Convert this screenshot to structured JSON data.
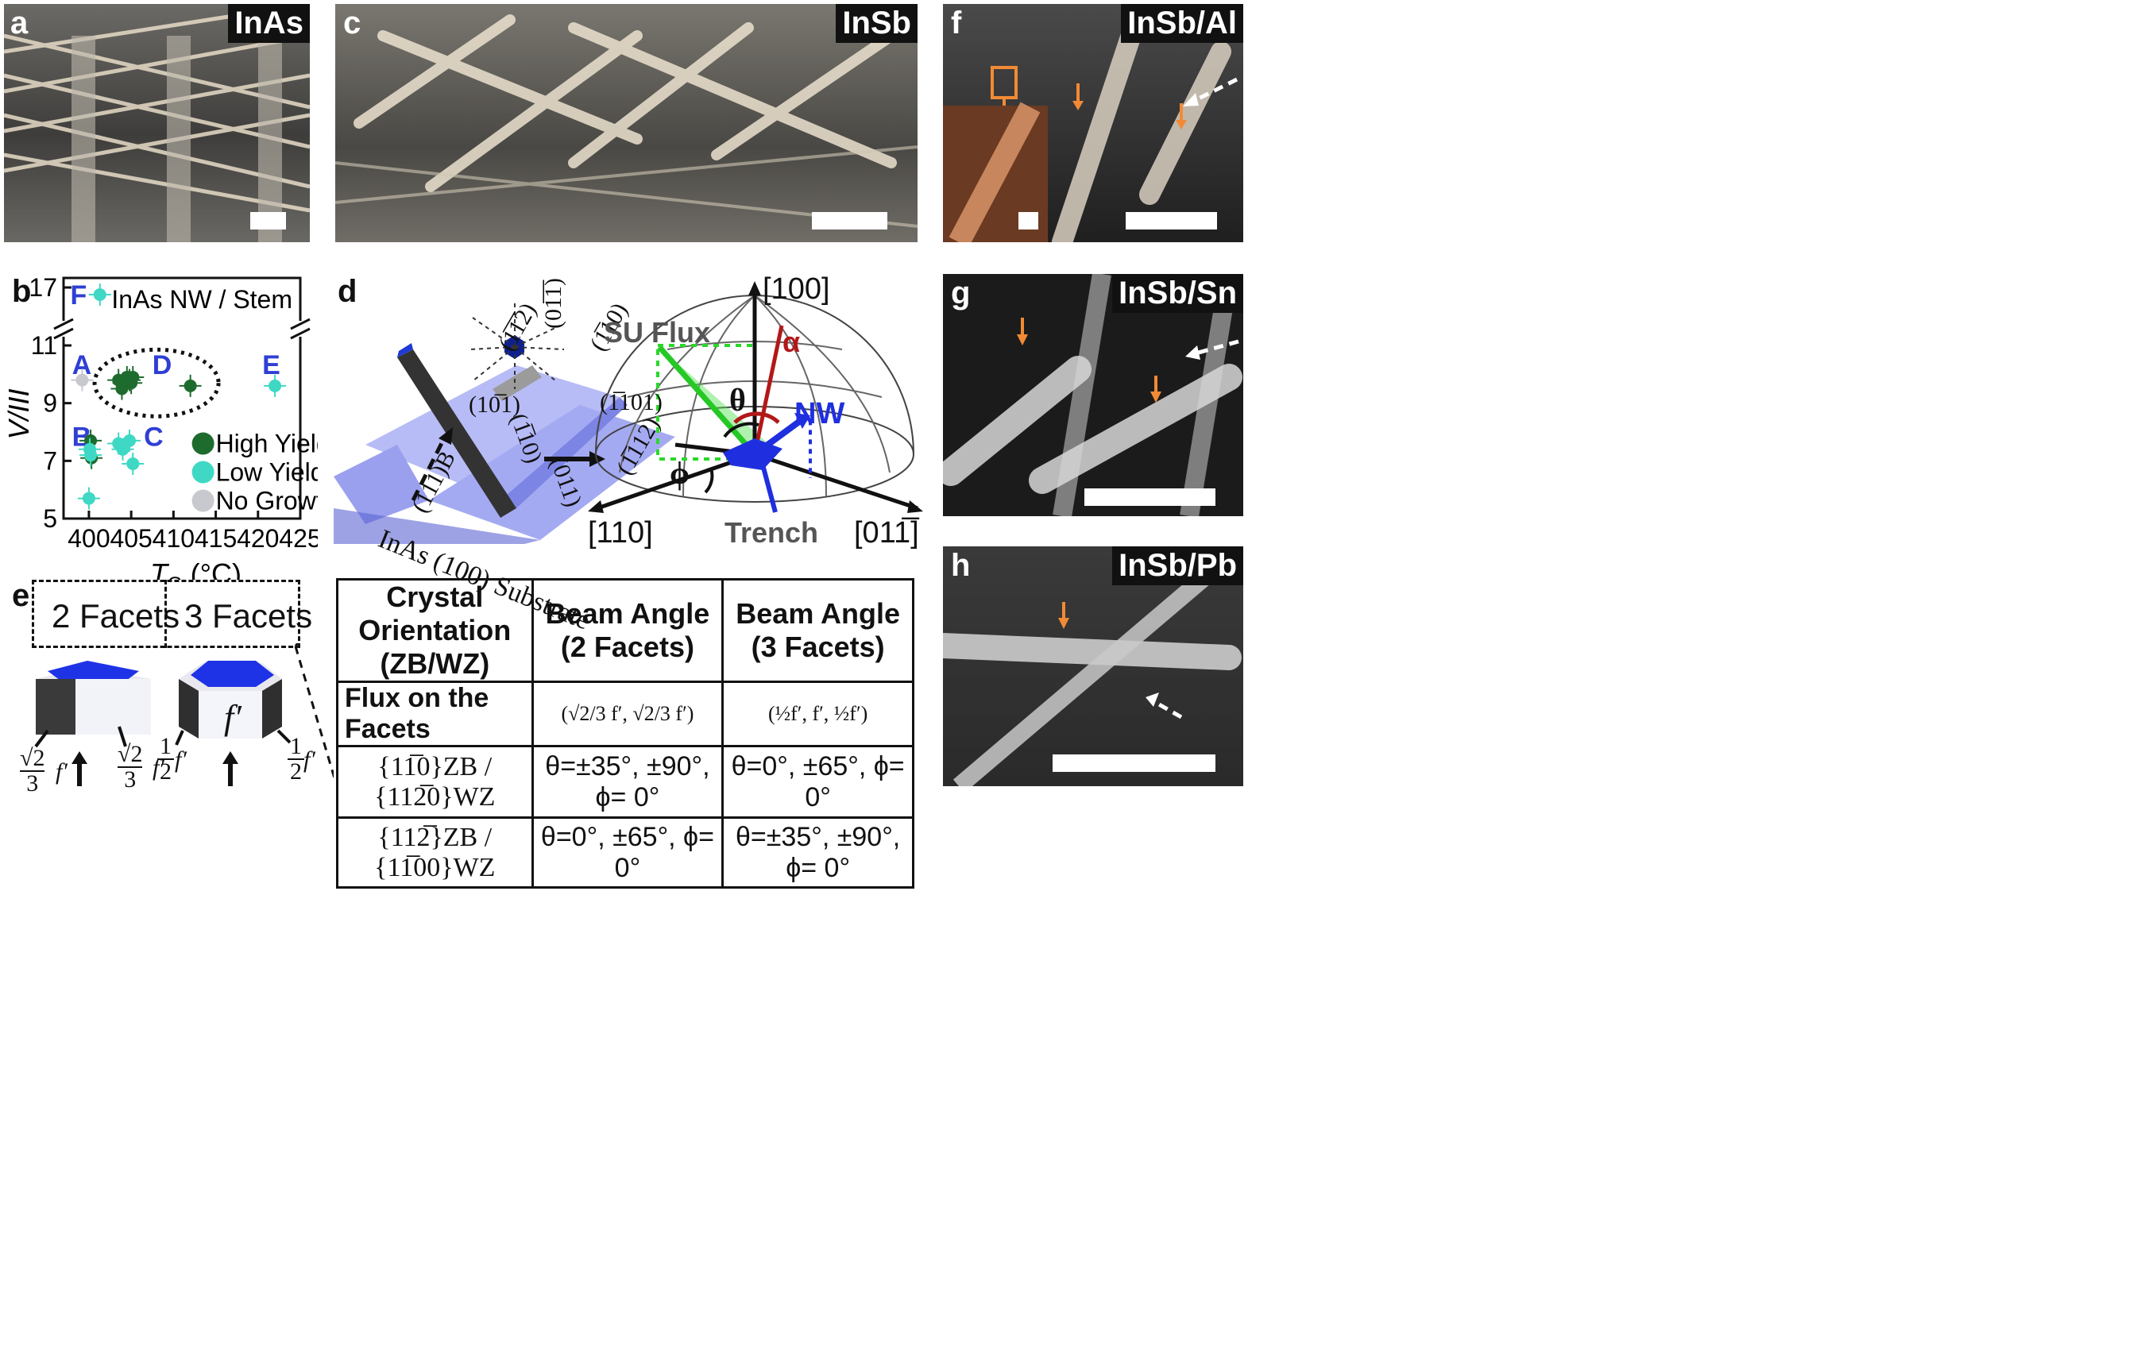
{
  "panel_a": {
    "label": "a",
    "tag": "InAs"
  },
  "panel_c": {
    "label": "c",
    "tag": "InSb"
  },
  "panel_f": {
    "label": "f",
    "tag": "InSb/Al"
  },
  "panel_g": {
    "label": "g",
    "tag": "InSb/Sn"
  },
  "panel_h": {
    "label": "h",
    "tag": "InSb/Pb"
  },
  "panel_b": {
    "label": "b",
    "legend_title": "InAs NW / Stem",
    "legend": [
      "High Yield",
      "Low Yield",
      "No Growth"
    ],
    "group_labels": [
      "A",
      "B",
      "C",
      "D",
      "E",
      "F"
    ],
    "ylabel": "V/III",
    "xlabel": "T",
    "xlabel_sub": "G",
    "xlabel_unit": " (°C)"
  },
  "chart_data": {
    "type": "scatter",
    "title": "InAs NW / Stem",
    "xlabel": "TG (°C)",
    "ylabel": "V/III",
    "xlim": [
      397,
      425
    ],
    "ylim": [
      5,
      17
    ],
    "y_broken_between": [
      11,
      16.5
    ],
    "xticks": [
      400,
      405,
      410,
      415,
      420,
      425
    ],
    "yticks": [
      5,
      7,
      9,
      11,
      17
    ],
    "legend_position": "bottom-right",
    "colors": {
      "High Yield": "#1e6b2e",
      "Low Yield": "#3fd8c4",
      "No Growth": "#c7c9cf"
    },
    "series": [
      {
        "name": "High Yield",
        "x": [
          400.2,
          400.3,
          403.5,
          403.9,
          404.1,
          404.5,
          404.8,
          405.0,
          405.2,
          412.0
        ],
        "y": [
          7.7,
          7.1,
          9.8,
          9.5,
          9.7,
          9.9,
          9.8,
          9.7,
          9.9,
          9.6
        ]
      },
      {
        "name": "Low Yield",
        "x": [
          400.1,
          400.2,
          400.0,
          403.5,
          404.0,
          404.8,
          405.2,
          422.0,
          401.3
        ],
        "y": [
          7.4,
          7.2,
          5.7,
          7.6,
          7.4,
          7.7,
          6.9,
          9.6,
          16.5
        ]
      },
      {
        "name": "No Growth",
        "x": [
          399.2
        ],
        "y": [
          9.8
        ]
      }
    ]
  },
  "panel_d": {
    "label": "d",
    "facets": [
      "(10̅1)",
      "(1̅1̅2)",
      "(01̅1̅)",
      "(1̅10)",
      "(1̅101)",
      "(1̅10)",
      "(011)",
      "(1̅112)",
      "(111)B"
    ],
    "substrate": "InAs (100) Substrate",
    "axis_100": "[100]",
    "axis_110": "[110]",
    "axis_011": "[011̅]",
    "su_flux": "SU Flux",
    "alpha": "α",
    "theta": "θ",
    "phi": "ϕ",
    "nw": "NW",
    "trench": "Trench"
  },
  "panel_e": {
    "label": "e",
    "two_facets": "2 Facets",
    "three_facets": "3 Facets",
    "fprime": "f′",
    "sqrt2": "√2",
    "three": "3",
    "one": "1",
    "two": "2",
    "table": {
      "headers": [
        "Crystal Orientation (ZB/WZ)",
        "Beam Angle (2 Facets)",
        "Beam Angle (3 Facets)"
      ],
      "row_flux": {
        "label": "Flux on the Facets",
        "two": "(√2/3 f′, √2/3 f′)",
        "three": "(½f′, f′, ½f′)"
      },
      "row1": {
        "label": "{11̅0}ZB / {112̅0}WZ",
        "two": "θ=±35°,  ±90°, ϕ= 0°",
        "three": "θ=0°,  ±65°, ϕ= 0°"
      },
      "row2": {
        "label": "{112̅}ZB / {11̅00}WZ",
        "two": "θ=0°,  ±65°, ϕ= 0°",
        "three": "θ=±35°,  ±90°, ϕ= 0°"
      }
    }
  }
}
